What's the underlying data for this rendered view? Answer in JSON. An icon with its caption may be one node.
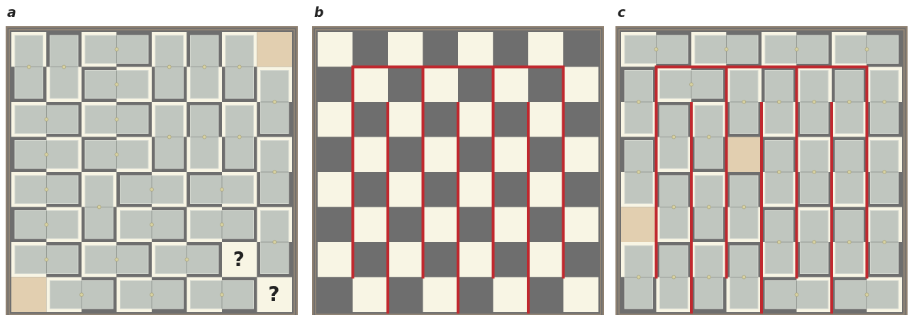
{
  "diagram": {
    "labels": [
      "a",
      "b",
      "c",
      "?",
      "?"
    ]
  }
}
